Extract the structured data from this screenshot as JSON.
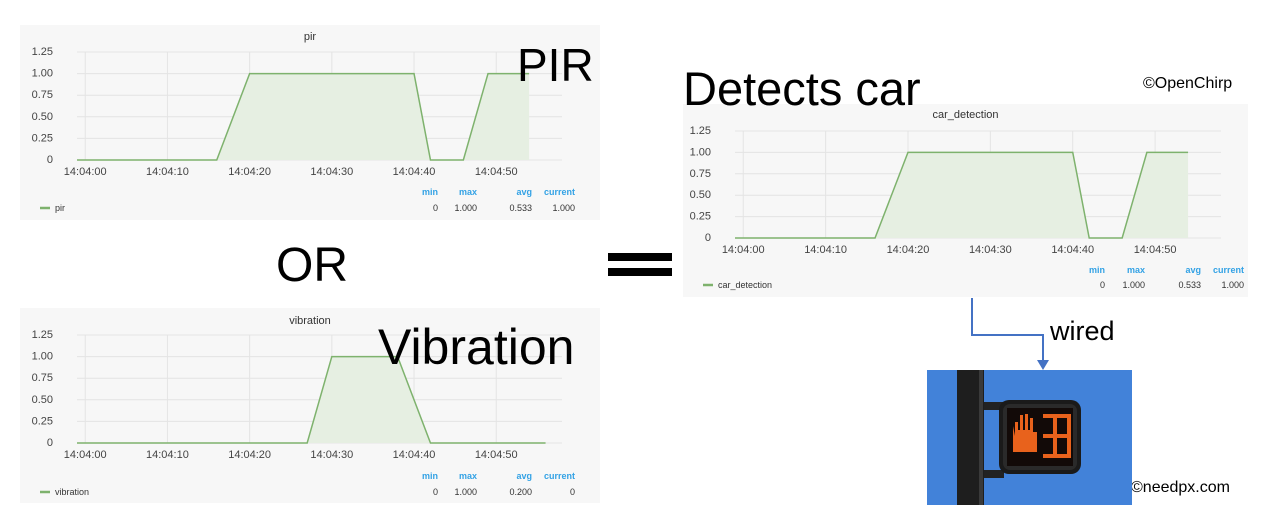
{
  "labels": {
    "pir": "PIR",
    "or": "OR",
    "vibration": "Vibration",
    "detects_car": "Detects car",
    "wired": "wired",
    "copyright_openchirp": "©OpenChirp",
    "copyright_needpx": "©needpx.com"
  },
  "colors": {
    "series_line": "#7eb26d",
    "series_fill": "#e6efe2",
    "panel_bg": "#f7f7f7",
    "legend_header": "#33a2e5",
    "arrow": "#4472c4",
    "photo_sky": "#3a7bd5"
  },
  "chart_data": [
    {
      "type": "area",
      "title": "pir",
      "series": [
        {
          "name": "pir",
          "x": [
            "14:03:59",
            "14:04:16",
            "14:04:20",
            "14:04:40",
            "14:04:42",
            "14:04:46",
            "14:04:49",
            "14:04:54"
          ],
          "values": [
            0,
            0,
            1,
            1,
            0,
            0,
            1,
            1
          ]
        }
      ],
      "x_ticks": [
        "14:04:00",
        "14:04:10",
        "14:04:20",
        "14:04:30",
        "14:04:40",
        "14:04:50"
      ],
      "y_ticks": [
        "0",
        "0.25",
        "0.50",
        "0.75",
        "1.00",
        "1.25"
      ],
      "ylim": [
        0,
        1.25
      ],
      "legend": {
        "headers": [
          "min",
          "max",
          "avg",
          "current"
        ],
        "values": [
          "0",
          "1.000",
          "0.533",
          "1.000"
        ]
      }
    },
    {
      "type": "area",
      "title": "vibration",
      "series": [
        {
          "name": "vibration",
          "x": [
            "14:03:59",
            "14:04:27",
            "14:04:30",
            "14:04:38",
            "14:04:42",
            "14:04:56"
          ],
          "values": [
            0,
            0,
            1,
            1,
            0,
            0
          ]
        }
      ],
      "x_ticks": [
        "14:04:00",
        "14:04:10",
        "14:04:20",
        "14:04:30",
        "14:04:40",
        "14:04:50"
      ],
      "y_ticks": [
        "0",
        "0.25",
        "0.50",
        "0.75",
        "1.00",
        "1.25"
      ],
      "ylim": [
        0,
        1.25
      ],
      "legend": {
        "headers": [
          "min",
          "max",
          "avg",
          "current"
        ],
        "values": [
          "0",
          "1.000",
          "0.200",
          "0"
        ]
      }
    },
    {
      "type": "area",
      "title": "car_detection",
      "series": [
        {
          "name": "car_detection",
          "x": [
            "14:03:59",
            "14:04:16",
            "14:04:20",
            "14:04:40",
            "14:04:42",
            "14:04:46",
            "14:04:49",
            "14:04:54"
          ],
          "values": [
            0,
            0,
            1,
            1,
            0,
            0,
            1,
            1
          ]
        }
      ],
      "x_ticks": [
        "14:04:00",
        "14:04:10",
        "14:04:20",
        "14:04:30",
        "14:04:40",
        "14:04:50"
      ],
      "y_ticks": [
        "0",
        "0.25",
        "0.50",
        "0.75",
        "1.00",
        "1.25"
      ],
      "ylim": [
        0,
        1.25
      ],
      "legend": {
        "headers": [
          "min",
          "max",
          "avg",
          "current"
        ],
        "values": [
          "0",
          "1.000",
          "0.533",
          "1.000"
        ]
      }
    }
  ]
}
